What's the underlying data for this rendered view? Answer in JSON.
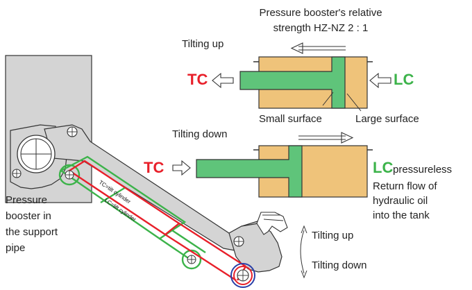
{
  "title": {
    "line1": "Pressure booster's relative",
    "line2": "strength HZ-NZ 2 : 1"
  },
  "upper_cylinder": {
    "direction_label": "Tilting up",
    "tc": "TC",
    "lc": "LC",
    "small_surface": "Small surface",
    "large_surface": "Large surface"
  },
  "lower_cylinder": {
    "direction_label": "Tilting down",
    "tc": "TC",
    "lc": "LC",
    "lc_note": "pressureless",
    "return_line1": "Return flow of",
    "return_line2": "hydraulic oil",
    "return_line3": "into the tank"
  },
  "machine": {
    "booster_line1": "Pressure",
    "booster_line2": "booster in",
    "booster_line3": "the support",
    "booster_line4": "pipe",
    "tc_cylinder_label": "TC=tilt cylinder",
    "lc_cylinder_label": "LC=lift cylinder",
    "tilt_up": "Tilting up",
    "tilt_down": "Tilting down"
  },
  "colors": {
    "cylinder_body": "#efc37a",
    "piston": "#5fc47a",
    "tc": "#e8202a",
    "lc": "#3cb34a",
    "frame": "#d4d4d4",
    "outline": "#333333",
    "pivot_blue": "#2a3fa8"
  }
}
